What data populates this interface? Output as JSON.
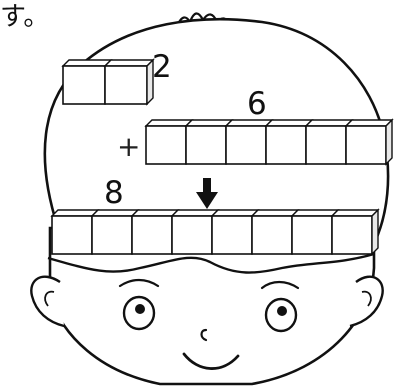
{
  "corner_text": "す。",
  "blocks": {
    "top_count_label": "2",
    "middle_count_label": "6",
    "plus_sign": "+",
    "bottom_count_label": "8",
    "top_count": 2,
    "middle_count": 6,
    "bottom_count": 8
  },
  "colors": {
    "stroke": "#111111",
    "block_fill": "#ffffff",
    "block_side": "#e9e9e9",
    "arrow": "#111111"
  },
  "icons": {
    "arrow": "arrow-down-icon"
  }
}
